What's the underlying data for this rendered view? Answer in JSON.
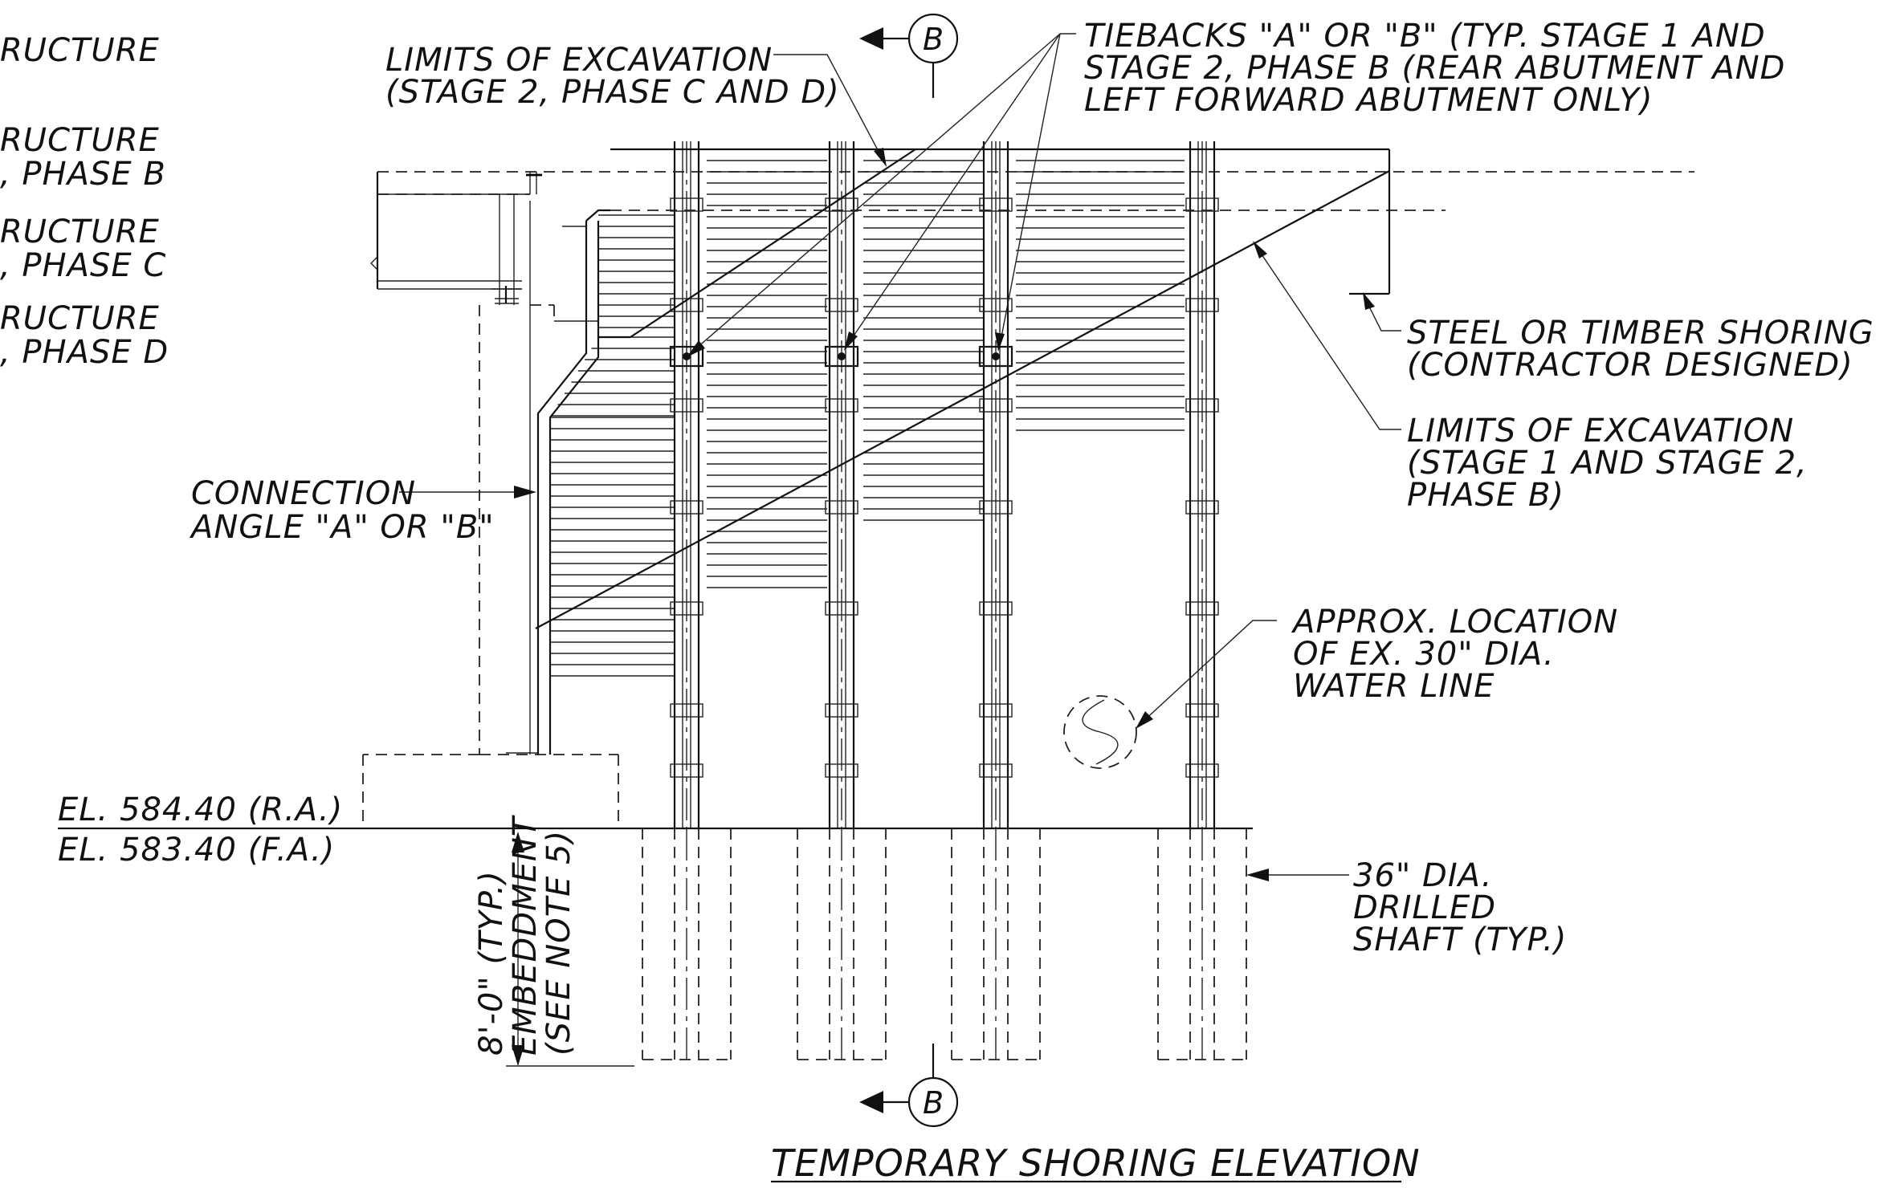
{
  "title": "TEMPORARY SHORING ELEVATION",
  "section_marker": {
    "letter": "B"
  },
  "callouts": {
    "structure_left": [
      {
        "lines": [
          "RUCTURE"
        ]
      },
      {
        "lines": [
          "RUCTURE",
          ", PHASE B"
        ]
      },
      {
        "lines": [
          "RUCTURE",
          ", PHASE C"
        ]
      },
      {
        "lines": [
          "RUCTURE",
          ", PHASE D"
        ]
      }
    ],
    "limits_excavation_cd": [
      "LIMITS OF EXCAVATION",
      "(STAGE 2, PHASE C AND D)"
    ],
    "tiebacks": [
      "TIEBACKS \"A\" OR \"B\" (TYP. STAGE 1 AND",
      "STAGE 2, PHASE B (REAR ABUTMENT AND",
      "LEFT FORWARD ABUTMENT ONLY)"
    ],
    "steel_shoring": [
      "STEEL OR TIMBER SHORING",
      "(CONTRACTOR DESIGNED)"
    ],
    "limits_excavation_b": [
      "LIMITS OF EXCAVATION",
      "(STAGE 1 AND STAGE 2,",
      "PHASE B)"
    ],
    "connection_angle": [
      "CONNECTION",
      "ANGLE \"A\" OR \"B\""
    ],
    "water_line": [
      "APPROX. LOCATION",
      "OF EX. 30\" DIA.",
      "WATER LINE"
    ],
    "drilled_shaft": [
      "36\" DIA.",
      "DRILLED",
      "SHAFT (TYP.)"
    ],
    "elevation_ra": "EL. 584.40 (R.A.)",
    "elevation_fa": "EL. 583.40 (F.A.)",
    "embedment": [
      "8'-0\" (TYP.)",
      "EMBEDDMENT",
      "(SEE NOTE 5)"
    ]
  }
}
